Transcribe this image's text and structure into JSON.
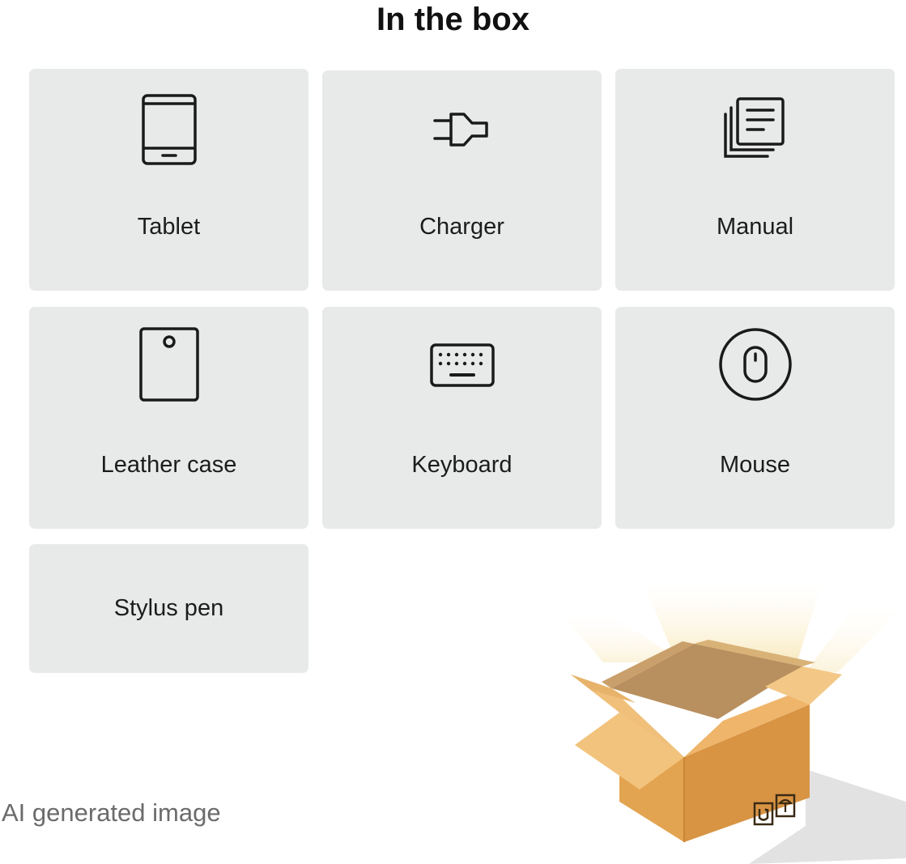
{
  "title": "In the box",
  "items": [
    {
      "label": "Tablet",
      "icon": "tablet-icon"
    },
    {
      "label": "Charger",
      "icon": "charger-plug-icon"
    },
    {
      "label": "Manual",
      "icon": "manual-documents-icon"
    },
    {
      "label": "Leather case",
      "icon": "case-icon"
    },
    {
      "label": "Keyboard",
      "icon": "keyboard-icon"
    },
    {
      "label": "Mouse",
      "icon": "mouse-icon"
    },
    {
      "label": "Stylus pen",
      "icon": ""
    }
  ],
  "caption": "AI generated image",
  "illustration": "open-cardboard-box",
  "colors": {
    "tile_bg": "#e8eaea",
    "text": "#111111",
    "caption": "#6b6b6b",
    "box_light": "#f0c27c",
    "box_mid": "#e9a956",
    "box_dark": "#d18e3e"
  }
}
